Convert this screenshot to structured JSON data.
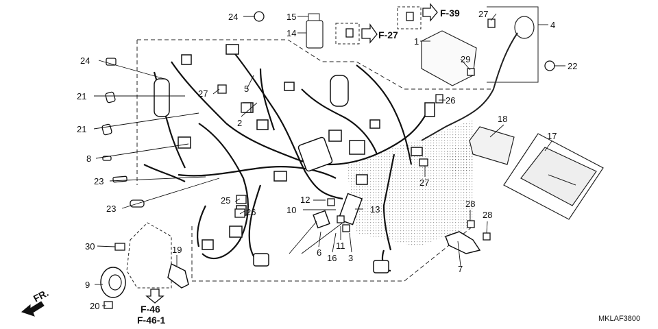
{
  "drawing_code": "MKLAF3800",
  "front_label": "FR.",
  "refs": {
    "f39": "F-39",
    "f27": "F-27",
    "f46": "F-46",
    "f46_1": "F-46-1"
  },
  "callouts": {
    "c1": "1",
    "c2": "2",
    "c3": "3",
    "c4": "4",
    "c5": "5",
    "c6": "6",
    "c7": "7",
    "c8": "8",
    "c9": "9",
    "c10": "10",
    "c11": "11",
    "c12": "12",
    "c13": "13",
    "c14": "14",
    "c15": "15",
    "c16": "16",
    "c17": "17",
    "c18": "18",
    "c19": "19",
    "c20": "20",
    "c21a": "21",
    "c21b": "21",
    "c22": "22",
    "c23a": "23",
    "c23b": "23",
    "c24a": "24",
    "c24b": "24",
    "c25": "25",
    "c26a": "26",
    "c26b": "26",
    "c27a": "27",
    "c27b": "27",
    "c27c": "27",
    "c28a": "28",
    "c28b": "28",
    "c29": "29",
    "c30": "30"
  }
}
